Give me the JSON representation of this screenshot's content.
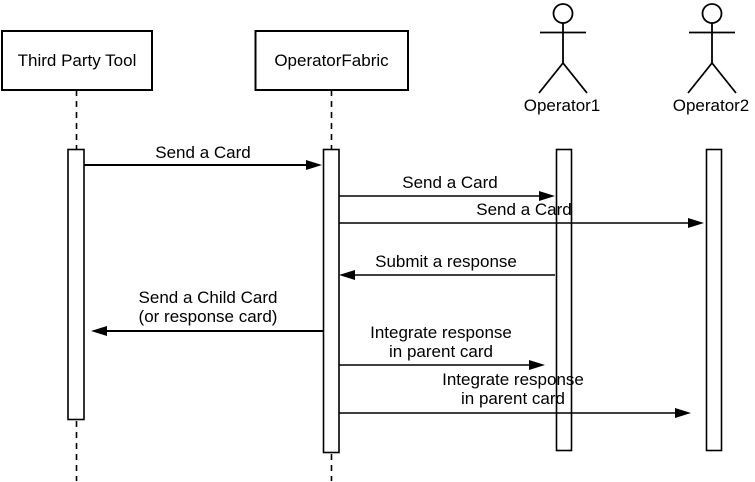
{
  "diagram": {
    "type": "uml-sequence-diagram",
    "colors": {
      "stroke": "#000000",
      "fill": "#ffffff",
      "background": "#ffffff"
    },
    "participants": [
      {
        "id": "third-party-tool",
        "kind": "box",
        "label": "Third Party Tool"
      },
      {
        "id": "operator-fabric",
        "kind": "box",
        "label": "OperatorFabric"
      },
      {
        "id": "operator1",
        "kind": "actor",
        "label": "Operator1"
      },
      {
        "id": "operator2",
        "kind": "actor",
        "label": "Operator2"
      }
    ],
    "messages": [
      {
        "index": 1,
        "from": "third-party-tool",
        "to": "operator-fabric",
        "direction": "right",
        "lines": [
          "Send a Card"
        ]
      },
      {
        "index": 2,
        "from": "operator-fabric",
        "to": "operator1",
        "direction": "right",
        "lines": [
          "Send a Card"
        ]
      },
      {
        "index": 3,
        "from": "operator-fabric",
        "to": "operator2",
        "direction": "right",
        "lines": [
          "Send a Card"
        ]
      },
      {
        "index": 4,
        "from": "operator1",
        "to": "operator-fabric",
        "direction": "left",
        "lines": [
          "Submit a response"
        ]
      },
      {
        "index": 5,
        "from": "operator-fabric",
        "to": "third-party-tool",
        "direction": "left",
        "lines": [
          "Send a Child Card",
          "(or response card)"
        ]
      },
      {
        "index": 6,
        "from": "operator-fabric",
        "to": "operator1",
        "direction": "right",
        "lines": [
          "Integrate response",
          "in parent card"
        ]
      },
      {
        "index": 7,
        "from": "operator-fabric",
        "to": "operator2",
        "direction": "right",
        "lines": [
          "Integrate response",
          "in parent card"
        ]
      }
    ]
  }
}
